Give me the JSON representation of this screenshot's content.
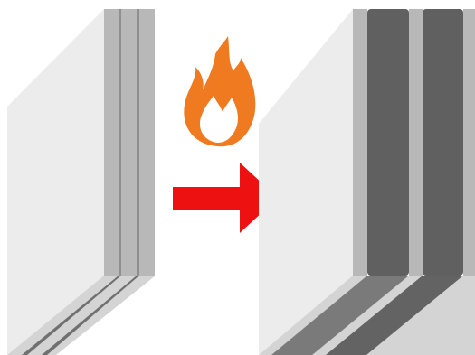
{
  "diagram": {
    "before_panel": {
      "description_icon": "laminated-glass-pane",
      "layers": 3
    },
    "heat_icon": "flame-icon",
    "process_arrow": "arrow-right-icon",
    "after_panel": {
      "description_icon": "expanded-laminated-glass-pane",
      "layers": 3
    }
  },
  "colors": {
    "background": "#ffffff",
    "glass_face": "#ececec",
    "glass_edge": "#c2c2c2",
    "interlayer_thin": "#a0a0a0",
    "interlayer_thick": "#606060",
    "interlayer_thick_side": "#7a7a7a",
    "flame_outer": "#f07a20",
    "flame_inner": "#ffffff",
    "arrow": "#ee1111"
  }
}
